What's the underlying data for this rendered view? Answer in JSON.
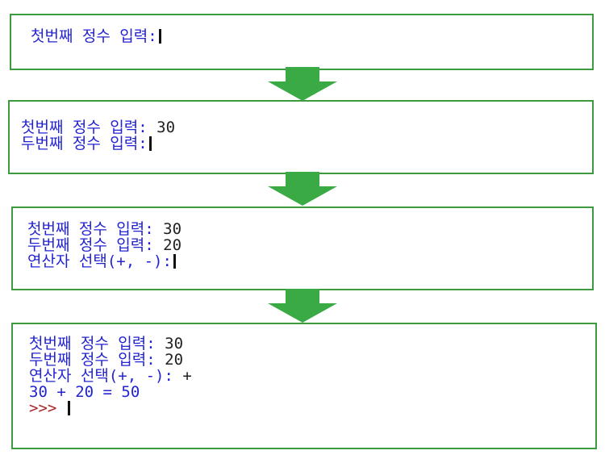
{
  "steps": [
    {
      "lines": [
        {
          "prompt": "첫번째 정수 입력:",
          "value": ""
        }
      ]
    },
    {
      "lines": [
        {
          "prompt": "첫번째 정수 입력:",
          "value": " 30"
        },
        {
          "prompt": "두번째 정수 입력:",
          "value": ""
        }
      ]
    },
    {
      "lines": [
        {
          "prompt": "첫번째 정수 입력:",
          "value": " 30"
        },
        {
          "prompt": "두번째 정수 입력:",
          "value": " 20"
        },
        {
          "prompt": "연산자 선택(+, -):",
          "value": ""
        }
      ]
    },
    {
      "lines": [
        {
          "prompt": "첫번째 정수 입력:",
          "value": " 30"
        },
        {
          "prompt": "두번째 정수 입력:",
          "value": " 20"
        },
        {
          "prompt": "연산자 선택(+, -):",
          "value": " +"
        },
        {
          "prompt": "30 + 20 = 50",
          "value": ""
        }
      ],
      "repl_prompt": ">>>"
    }
  ],
  "colors": {
    "border": "#3e9a3e",
    "arrow": "#3aaa45",
    "prompt": "#2323d2",
    "repl": "#a82828"
  }
}
